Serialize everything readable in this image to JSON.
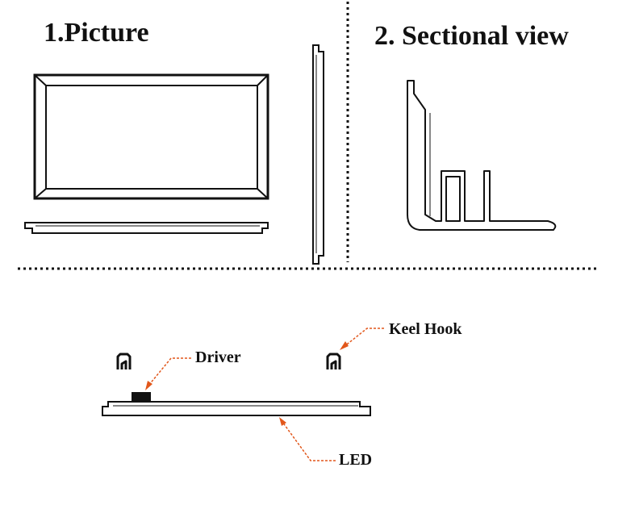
{
  "sections": {
    "picture": {
      "title": "1.Picture"
    },
    "sectional": {
      "title": "2. Sectional view"
    }
  },
  "callouts": {
    "keel_hook": "Keel Hook",
    "driver": "Driver",
    "led": "LED"
  },
  "colors": {
    "line": "#111111",
    "callout_arrow": "#e2571b",
    "background": "#ffffff"
  }
}
